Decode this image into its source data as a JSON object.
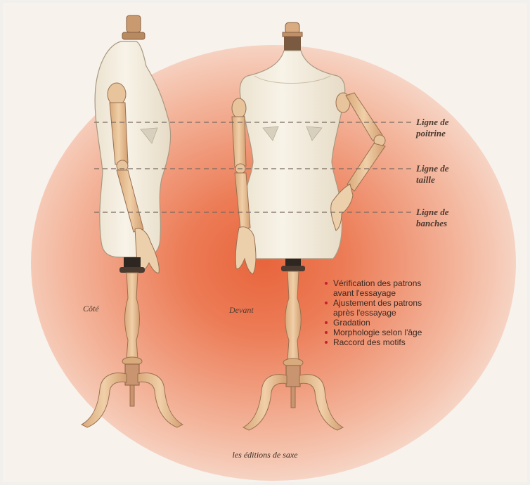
{
  "cover": {
    "views": {
      "side": "Côté",
      "front": "Devant"
    },
    "lines": [
      {
        "label": "Ligne de\npoitrine"
      },
      {
        "label": "Ligne de\ntaille"
      },
      {
        "label": "Ligne de\nbanches"
      }
    ],
    "features": [
      "Vérification des patrons\navant l'essayage",
      "Ajustement des patrons\naprès l'essayage",
      "Gradation",
      "Morphologie selon l'âge",
      "Raccord des motifs"
    ],
    "publisher": "les éditions de saxe",
    "colors": {
      "glow": "#e8653d",
      "fabric": "#f5efe2",
      "wood": "#e4bc92",
      "bullet": "#c8202a"
    }
  }
}
